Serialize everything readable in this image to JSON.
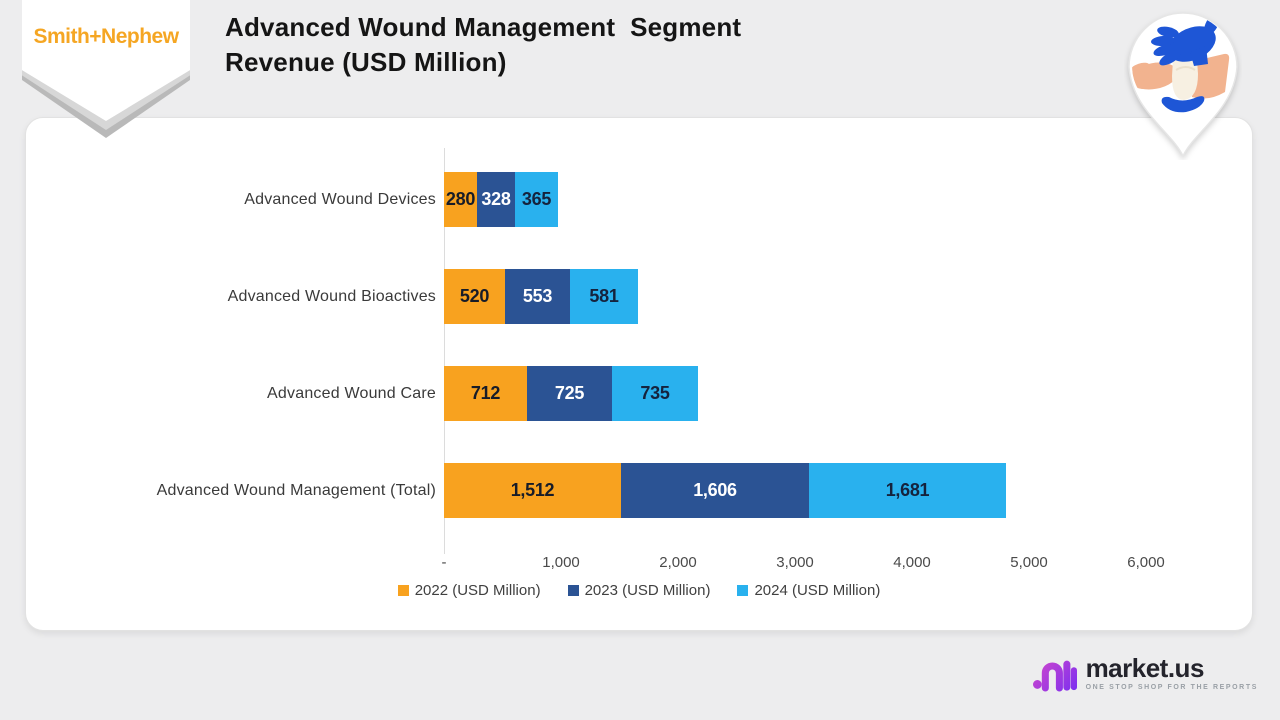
{
  "page": {
    "background": "#ededee"
  },
  "header": {
    "brand": {
      "name": "Smith+Nephew",
      "color": "#f5a623"
    },
    "title_line1": "Advanced Wound Management  Segment",
    "title_line2": "Revenue (USD Million)",
    "pin_icon": "wound-care-hands-icon"
  },
  "chart_data": {
    "type": "bar",
    "orientation": "horizontal-stacked",
    "title": "Advanced Wound Management Segment Revenue (USD Million)",
    "categories": [
      "Advanced Wound Devices",
      "Advanced Wound Bioactives",
      "Advanced Wound Care",
      "Advanced Wound Management (Total)"
    ],
    "series": [
      {
        "name": "2022 (USD Million)",
        "color": "#F8A21F",
        "label_color": "#171c28",
        "values": [
          280,
          520,
          712,
          1512
        ]
      },
      {
        "name": "2023 (USD Million)",
        "color": "#2B5394",
        "label_color": "#ffffff",
        "values": [
          328,
          553,
          725,
          1606
        ]
      },
      {
        "name": "2024 (USD Million)",
        "color": "#29B1EE",
        "label_color": "#15233d",
        "values": [
          365,
          581,
          735,
          1681
        ]
      }
    ],
    "x_ticks": [
      "-",
      "1,000",
      "2,000",
      "3,000",
      "4,000",
      "5,000",
      "6,000"
    ],
    "x_tick_values": [
      0,
      1000,
      2000,
      3000,
      4000,
      5000,
      6000
    ],
    "xlim": [
      0,
      6000
    ],
    "grid": false,
    "legend_position": "bottom"
  },
  "footer": {
    "logo_name": "market.us",
    "logo_tagline": "ONE STOP SHOP FOR THE REPORTS",
    "logo_colors": {
      "gradient_start": "#C93FD4",
      "gradient_end": "#7B2FF0"
    }
  }
}
